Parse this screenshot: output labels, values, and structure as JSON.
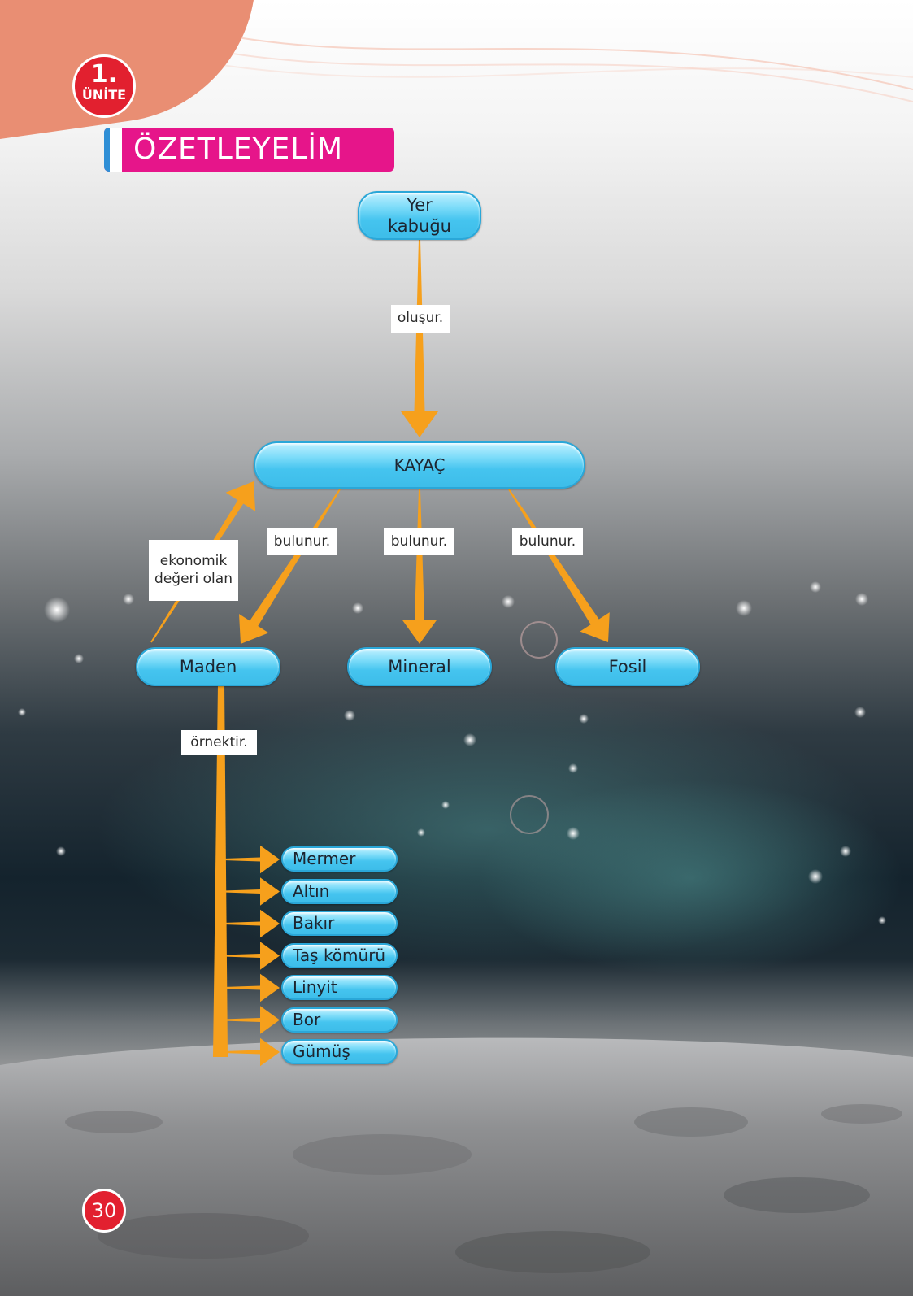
{
  "header": {
    "unit_number": "1.",
    "unit_word": "ÜNİTE",
    "section_title": "ÖZETLEYELİM"
  },
  "concept_map": {
    "root": "Yer kabuğu",
    "central": "KAYAÇ",
    "children": {
      "maden": "Maden",
      "mineral": "Mineral",
      "fosil": "Fosil"
    },
    "link_labels": {
      "olusur": "oluşur.",
      "bulunur_1": "bulunur.",
      "bulunur_2": "bulunur.",
      "bulunur_3": "bulunur.",
      "ekonomik": "ekonomik değeri olan",
      "ornektir": "örnektir."
    },
    "examples": [
      "Mermer",
      "Altın",
      "Bakır",
      "Taş kömürü",
      "Linyit",
      "Bor",
      "Gümüş"
    ]
  },
  "colors": {
    "arrow": "#f6a01c",
    "node_fill": "#4fc6ef",
    "node_border": "#2aa7d8",
    "title_bar": "#e6158a",
    "badge": "#e2202f",
    "corner": "#e98e73"
  },
  "footer": {
    "page_number": "30"
  }
}
